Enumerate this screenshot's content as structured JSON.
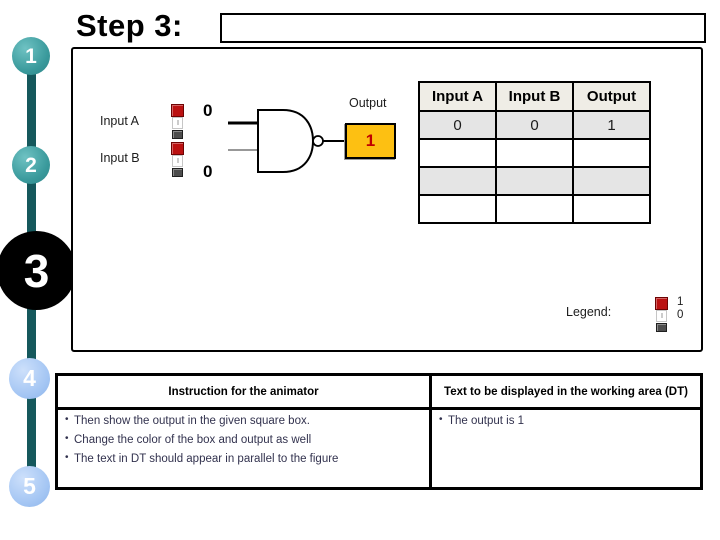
{
  "step_indicator": {
    "items": [
      {
        "label": "1"
      },
      {
        "label": "2"
      },
      {
        "label": "3"
      },
      {
        "label": "4"
      },
      {
        "label": "5"
      }
    ],
    "current_step": "3"
  },
  "header": {
    "title": "Step 3:"
  },
  "working_area": {
    "input_a": {
      "label": "Input A",
      "value": "0"
    },
    "input_b": {
      "label": "Input B",
      "value": "0"
    },
    "gate_icon": "nand-gate",
    "switch_icon": "toggle-switch",
    "output": {
      "label": "Output",
      "value": "1"
    },
    "truth_table": {
      "headers": [
        "Input A",
        "Input B",
        "Output"
      ],
      "rows": [
        [
          "0",
          "0",
          "1"
        ],
        [
          "",
          "",
          ""
        ],
        [
          "",
          "",
          ""
        ],
        [
          "",
          "",
          ""
        ]
      ]
    },
    "legend": {
      "label": "Legend:",
      "on_value": "1",
      "off_value": "0"
    }
  },
  "instruction_table": {
    "left": {
      "header": "Instruction for the animator",
      "bullets": [
        "Then show the output in the given square box.",
        "Change the color of the box and output as well",
        "The text in DT should appear  in parallel to the figure"
      ]
    },
    "right": {
      "header": "Text to be displayed in the working area (DT)",
      "bullets": [
        "The output is 1"
      ]
    }
  },
  "colors": {
    "step_teal": "#3a9a9c",
    "step_current": "#000000",
    "step_upcoming": "#a3c5f3",
    "timeline": "#15585c",
    "output_box_fill": "#fdc012",
    "output_value": "#c00000",
    "switch_on": "#bb1111",
    "switch_off": "#4d4d4d",
    "table_header_bg": "#efede6",
    "table_shaded_row": "#e5e5e5"
  }
}
